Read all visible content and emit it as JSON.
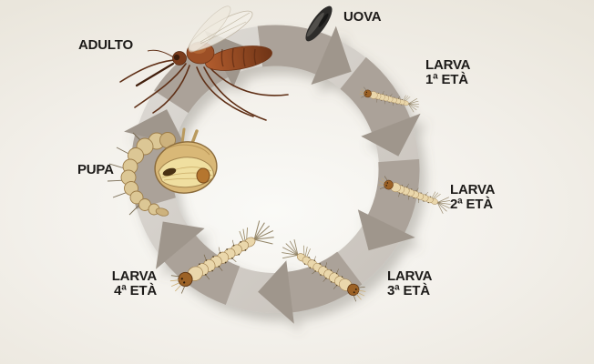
{
  "lifecycle": {
    "direction": "clockwise",
    "stages": [
      {
        "id": "uova",
        "label": "UOVA"
      },
      {
        "id": "larva-1-eta",
        "line1": "LARVA",
        "line2": "1ª ETÀ"
      },
      {
        "id": "larva-2-eta",
        "line1": "LARVA",
        "line2": "2ª ETÀ"
      },
      {
        "id": "larva-3-eta",
        "line1": "LARVA",
        "line2": "3ª ETÀ"
      },
      {
        "id": "larva-4-eta",
        "line1": "LARVA",
        "line2": "4ª ETÀ"
      },
      {
        "id": "pupa",
        "label": "PUPA"
      },
      {
        "id": "adulto",
        "label": "ADULTO"
      }
    ],
    "colors": {
      "background_outer": "#e3ded3",
      "background_center": "#fafaf7",
      "ring_band_light": "#dedbd6",
      "ring_band_dark": "#c7c1ba",
      "arrow_body": "#aba299",
      "arrow_head": "#9f968c",
      "label_text": "#1d1b19",
      "egg": "#2d2c2a",
      "mosquito_body": "#9c4f26",
      "larva_body": "#ead7ab",
      "larva_head": "#9c6226",
      "pupa_body": "#f0dfa0",
      "pupa_tail": "#dcc795"
    }
  }
}
